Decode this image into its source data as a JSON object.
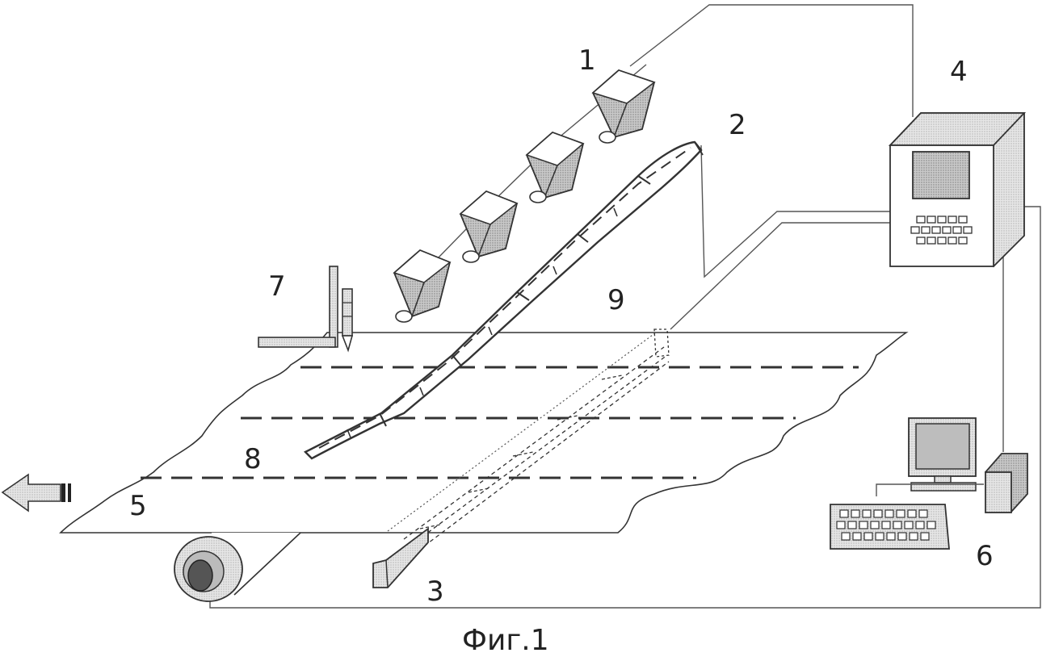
{
  "labels": {
    "cameras": "1",
    "light_source": "2",
    "lower_unit": "3",
    "controller": "4",
    "sheet": "5",
    "computer": "6",
    "marker": "7",
    "cut_line": "8",
    "scan_zone": "9"
  },
  "caption": "Фиг.1",
  "colors": {
    "stroke": "#333333",
    "fill_light": "#f2f2f2",
    "fill_box": "#e0e0e0",
    "screen": "#bdbdbd",
    "roll_core": "#555555"
  }
}
